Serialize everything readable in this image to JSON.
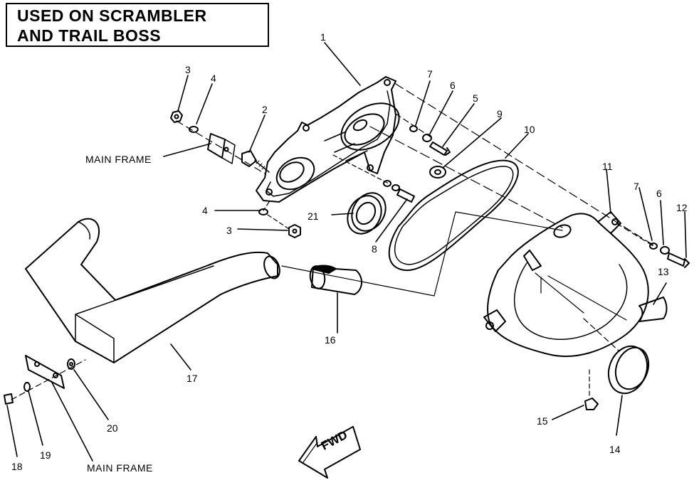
{
  "title": {
    "line1": "USED ON SCRAMBLER",
    "line2": "AND TRAIL BOSS"
  },
  "labels": {
    "main_frame_top": "MAIN FRAME",
    "main_frame_bottom": "MAIN FRAME",
    "fwd": "FWD"
  },
  "callouts": {
    "c1": "1",
    "c2": "2",
    "c3a": "3",
    "c3b": "3",
    "c4a": "4",
    "c4b": "4",
    "c5": "5",
    "c6a": "6",
    "c6b": "6",
    "c7a": "7",
    "c7b": "7",
    "c8": "8",
    "c9": "9",
    "c10": "10",
    "c11": "11",
    "c12": "12",
    "c13": "13",
    "c14": "14",
    "c15": "15",
    "c16": "16",
    "c17": "17",
    "c18": "18",
    "c19": "19",
    "c20": "20",
    "c21": "21"
  }
}
